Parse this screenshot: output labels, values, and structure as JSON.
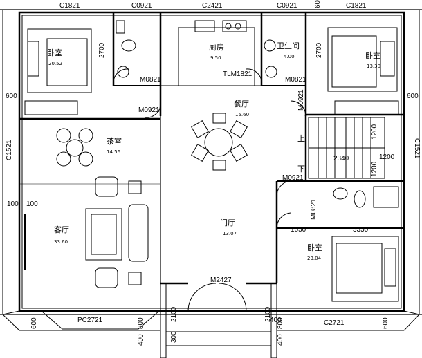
{
  "windows": {
    "top_left": "C1821",
    "top_c0921_left": "C0921",
    "top_center": "C2421",
    "top_c0921_right": "C0921",
    "top_right": "C1821",
    "left_side": "C1521",
    "right_side": "C1521",
    "bottom_left": "PC2721",
    "bottom_right": "C2721"
  },
  "doors": {
    "bed_left_door": "M0821",
    "bath_right_door": "M0821",
    "tea_door": "M0921",
    "right_bath_door": "M0921",
    "stair_door": "M0921",
    "bed_right_door": "M0821",
    "kitchen_door": "TLM1821",
    "main_door": "M2427"
  },
  "rooms": {
    "bedroom_tl": {
      "name": "卧室",
      "area": "20.52"
    },
    "kitchen": {
      "name": "厨房",
      "area": "9.50"
    },
    "bath_r": {
      "name": "卫生间",
      "area": "4.00"
    },
    "bedroom_tr": {
      "name": "卧室",
      "area": "13.30"
    },
    "dining": {
      "name": "餐厅",
      "area": "15.60"
    },
    "tea": {
      "name": "茶室",
      "area": "14.56"
    },
    "living": {
      "name": "客厅",
      "area": "33.60"
    },
    "foyer": {
      "name": "门厅",
      "area": "13.07"
    },
    "bedroom_br": {
      "name": "卧室",
      "area": "23.04"
    }
  },
  "stairs": {
    "up": "上",
    "down": "下"
  },
  "dimensions": {
    "d600_tl": "600",
    "d600_tr": "600",
    "d600_top": "600",
    "d2700_l": "2700",
    "d2700_r": "2700",
    "d100_a": "100",
    "d100_b": "100",
    "d1650": "1650",
    "d3350": "3350",
    "d2340": "2340",
    "d1200_a": "1200",
    "d1200_b": "1200",
    "d1200_c": "1200",
    "d600_bl": "600",
    "d800_l": "800",
    "d2100_a": "2100",
    "d2100_b": "2100",
    "d300": "300",
    "d400_a": "400",
    "d400_b": "400",
    "d400_c": "400",
    "d800_r": "800",
    "d600_br": "600"
  }
}
